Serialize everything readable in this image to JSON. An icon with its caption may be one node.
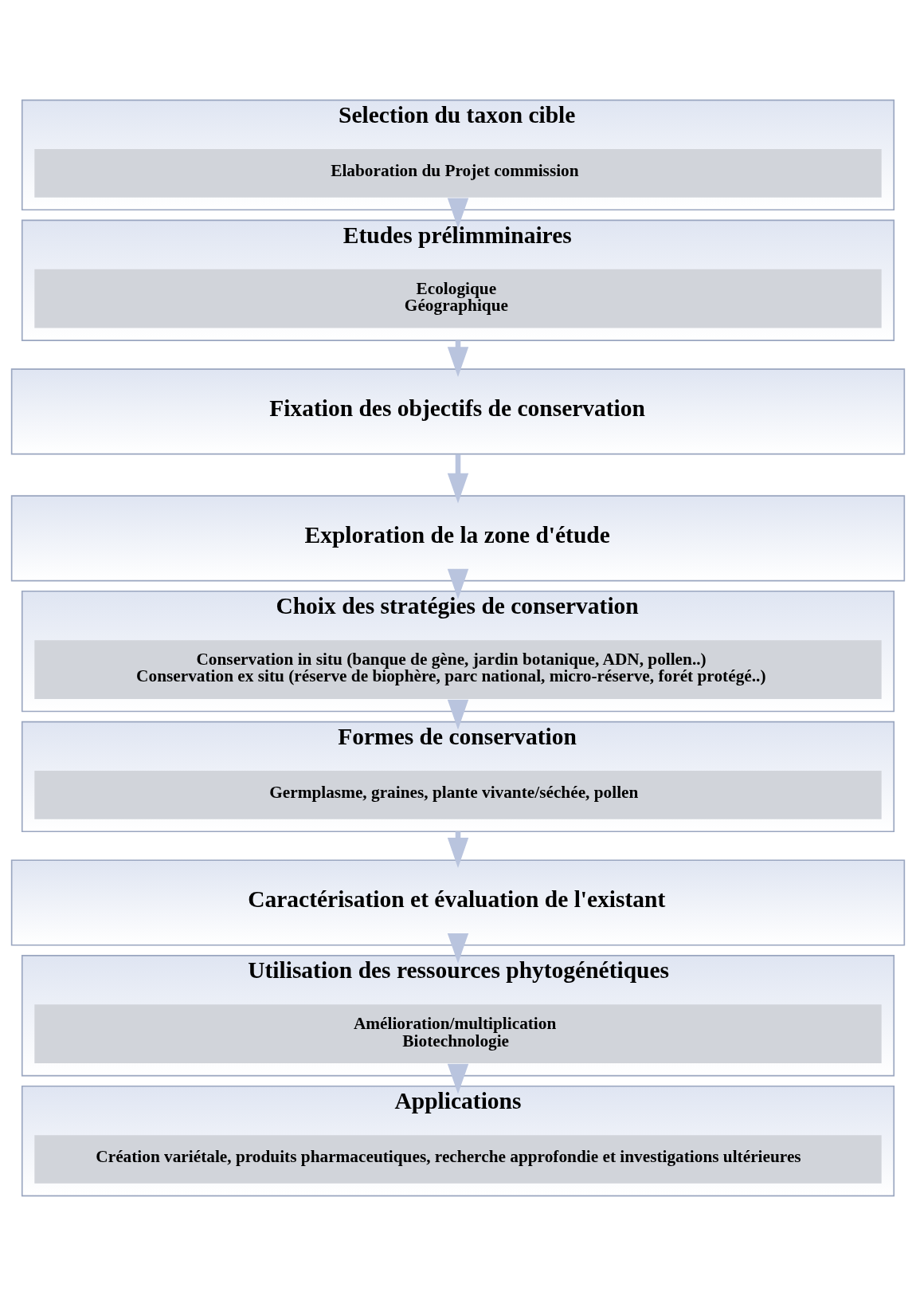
{
  "diagram": {
    "nodes": [
      {
        "text": [
          "Selection du taxon cible"
        ]
      },
      {
        "text": [
          "Elaboration du Projet commission"
        ],
        "in": 0
      },
      {
        "text": [
          "Etudes prélimminaires"
        ]
      },
      {
        "text": [
          "Ecologique",
          "Géographique"
        ],
        "in": 2
      },
      {
        "text": [
          "Fixation des objectifs de conservation"
        ]
      },
      {
        "text": [
          "Exploration de la zone d'étude"
        ]
      },
      {
        "text": [
          "Choix des stratégies de conservation"
        ]
      },
      {
        "text": [
          "Conservation in situ (banque de gène, jardin botanique, ADN, pollen..)",
          "Conservation ex situ (réserve de biophère, parc national, micro-réserve, forét protégé..)"
        ],
        "in": 6
      },
      {
        "text": [
          "Formes de conservation"
        ]
      },
      {
        "text": [
          "Germplasme, graines, plante vivante/séchée, pollen"
        ],
        "in": 8
      },
      {
        "text": [
          "Caractérisation et évaluation de l'existant"
        ]
      },
      {
        "text": [
          "Utilisation des ressources phytogénétiques"
        ]
      },
      {
        "text": [
          "Amélioration/multiplication",
          "Biotechnologie"
        ],
        "in": 11
      },
      {
        "text": [
          "Applications"
        ]
      },
      {
        "text": [
          "Création variétale, produits pharmaceutiques, recherche approfondie et investigations ultérieures"
        ],
        "in": 13
      }
    ],
    "edges": [
      {
        "from": 0,
        "to": 2,
        "arrow": "to"
      },
      {
        "from": 2,
        "to": 4,
        "arrow": "to"
      },
      {
        "from": 4,
        "to": 5,
        "arrow": "to"
      },
      {
        "from": 5,
        "to": 6,
        "arrow": "to"
      },
      {
        "from": 6,
        "to": 8,
        "arrow": "to"
      },
      {
        "from": 8,
        "to": 10,
        "arrow": "to"
      },
      {
        "from": 10,
        "to": 11,
        "arrow": "to"
      },
      {
        "from": 11,
        "to": 13,
        "arrow": "to"
      }
    ]
  }
}
